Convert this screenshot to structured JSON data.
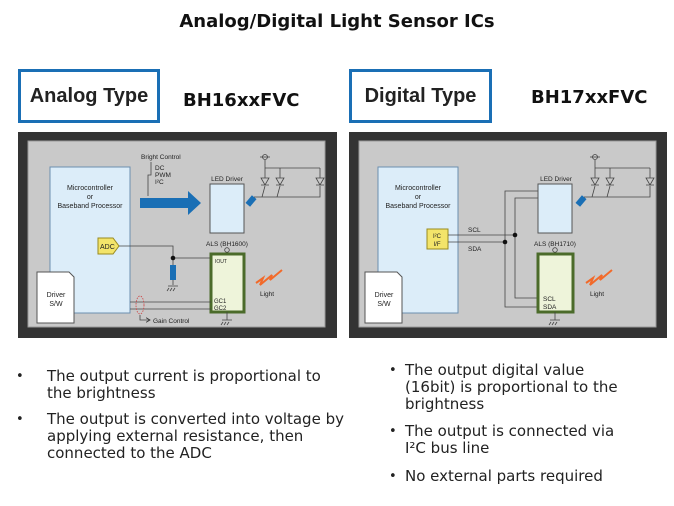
{
  "title": "Analog/Digital Light Sensor ICs",
  "analog": {
    "type_label": "Analog Type",
    "part": "BH16xxFVC",
    "diagram": {
      "mcu": [
        "Microcontroller",
        "or",
        "Baseband Processor"
      ],
      "driver": [
        "Driver",
        "S/W"
      ],
      "adc": "ADC",
      "bright_control": "Bright Control",
      "bright_options": [
        "DC",
        "PWM",
        "I²C"
      ],
      "led_driver": "LED Driver",
      "als": "ALS (BH1600)",
      "iout": "IOUT",
      "gc1": "GC1",
      "gc2": "GC2",
      "gain_control": "Gain Control",
      "light": "Light"
    },
    "bullets": [
      "The output current is proportional to the brightness",
      "The output is converted into voltage by applying external resistance, then connected to the ADC"
    ]
  },
  "digital": {
    "type_label": "Digital Type",
    "part": "BH17xxFVC",
    "diagram": {
      "mcu": [
        "Microcontroller",
        "or",
        "Baseband Processor"
      ],
      "driver": [
        "Driver",
        "S/W"
      ],
      "i2c": [
        "I²C",
        "I/F"
      ],
      "scl": "SCL",
      "sda": "SDA",
      "led_driver": "LED Driver",
      "als": "ALS (BH1710)",
      "als_scl": "SCL",
      "als_sda": "SDA",
      "light": "Light"
    },
    "bullets": [
      "The output digital value (16bit) is proportional to the brightness",
      "The output is connected via I²C bus line",
      "No external parts required"
    ]
  },
  "colors": {
    "accent_blue": "#1a6fb5",
    "adc_yellow": "#f3e46a",
    "als_green": "#4b6b2a",
    "light_orange": "#f26a2a"
  }
}
